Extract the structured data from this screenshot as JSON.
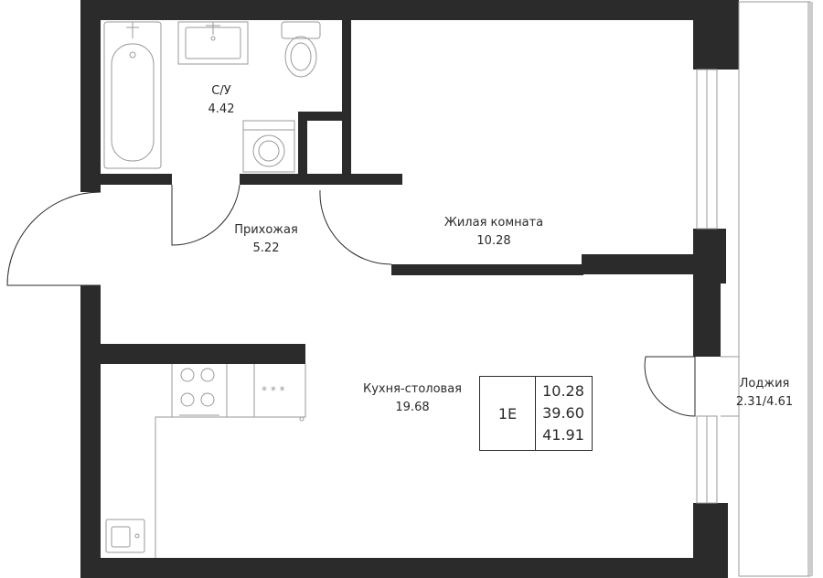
{
  "rooms": {
    "bathroom": {
      "name": "С/У",
      "area": "4.42"
    },
    "hallway": {
      "name": "Прихожая",
      "area": "5.22"
    },
    "living_room": {
      "name": "Жилая комната",
      "area": "10.28"
    },
    "kitchen": {
      "name": "Кухня-столовая",
      "area": "19.68"
    },
    "loggia": {
      "name": "Лоджия",
      "area": "2.31/4.61"
    }
  },
  "summary": {
    "code": "1Е",
    "living_area": "10.28",
    "total_area": "39.60",
    "total_with_loggia": "41.91"
  },
  "colors": {
    "wall": "#2b2b2b",
    "fixture": "#9a9a9a",
    "background": "#ffffff"
  }
}
